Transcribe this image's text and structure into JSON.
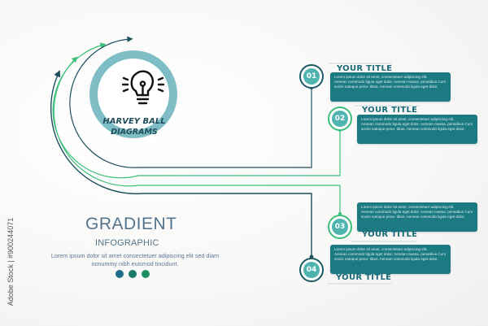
{
  "hub": {
    "icon": "lightbulb-icon",
    "title_line1": "HARVEY BALL",
    "title_line2": "DIAGRAMS",
    "ring_color": "#7fbdc4"
  },
  "steps": [
    {
      "number": "01",
      "title": "YOUR TITLE",
      "text_line1": "Lorem ipsum dolor sit amet, consectetuer adipiscing elit.",
      "text_line2": "Aenean commodo ligula eget dolor. Aenean massa. penatibus Cum sociis natoque pena- tibus. Aenean commodo ligula eget dolor.",
      "ring": "dark"
    },
    {
      "number": "02",
      "title": "YOUR TITLE",
      "text_line1": "Lorem ipsum dolor sit amet, consectetuer adipiscing elit.",
      "text_line2": "Aenean commodo ligula eget dolor. Aenean massa. penatibus Cum sociis natoque pena- tibus. Aenean commodo ligula eget dolor.",
      "ring": "green"
    },
    {
      "number": "03",
      "title": "YOUR TITLE",
      "text_line1": "Lorem ipsum dolor sit amet, consectetuer adipiscing elit.",
      "text_line2": "Aenean commodo ligula eget dolor. Aenean massa. penatibus Cum sociis natoque pena- tibus. Aenean commodo ligula eget dolor.",
      "ring": "green"
    },
    {
      "number": "04",
      "title": "YOUR TITLE",
      "text_line1": "Lorem ipsum dolor sit amet, consectetuer adipiscing elit.",
      "text_line2": "Aenean commodo ligula eget dolor. Aenean massa. penatibus Cum sociis natoque pena- tibus. Aenean commodo ligula eget dolor.",
      "ring": "dark"
    }
  ],
  "footer": {
    "headline": "GRADIENT",
    "subheadline": "INFOGRAPHIC",
    "description": "Lorem ipsum dolor sit amet consectetuer adipiscing elit sed diam nonummy nibh euismod tincidunt.",
    "dots": [
      "#1d6e86",
      "#1b7a6e",
      "#1f8f62"
    ]
  },
  "colors": {
    "dark_line": "#1d4f5c",
    "green_line": "#3cbf7a",
    "card_bg": "#1c7a82",
    "number_fill": "#4fb3b0",
    "title_text": "#1c6a78"
  },
  "watermark": {
    "stock_id": "Adobe Stock | #900244071"
  }
}
